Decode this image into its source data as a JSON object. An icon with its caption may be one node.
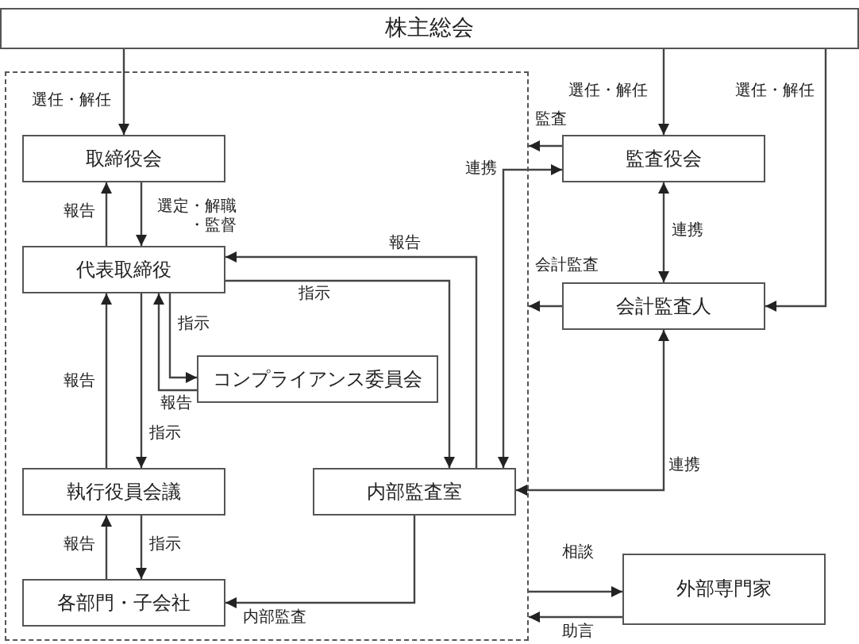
{
  "diagram": {
    "nodes": [
      {
        "text": [
          "株主総会"
        ]
      },
      {
        "text": [],
        "shape": "box"
      },
      {
        "text": [
          "取締役会"
        ],
        "in": 1
      },
      {
        "text": [
          "代表取締役"
        ],
        "in": 1
      },
      {
        "text": [
          "コンプライアンス委員会"
        ],
        "in": 1
      },
      {
        "text": [
          "執行役員会議"
        ],
        "in": 1
      },
      {
        "text": [
          "内部監査室"
        ],
        "in": 1
      },
      {
        "text": [
          "各部門・子会社"
        ],
        "in": 1
      },
      {
        "text": [
          "監査役会"
        ]
      },
      {
        "text": [
          "会計監査人"
        ]
      },
      {
        "text": [
          "外部専門家"
        ]
      }
    ],
    "edges": [
      {
        "from": 0,
        "to": 2,
        "arrow": "to",
        "label": "選任・解任"
      },
      {
        "from": 0,
        "to": 8,
        "arrow": "to",
        "label": "選任・解任"
      },
      {
        "from": 0,
        "to": 9,
        "arrow": "to",
        "label": "選任・解任"
      },
      {
        "from": 3,
        "to": 2,
        "arrow": "to",
        "label": "報告"
      },
      {
        "from": 2,
        "to": 3,
        "arrow": "to",
        "label": "選定・解職・監督"
      },
      {
        "from": 3,
        "to": 4,
        "arrow": "to",
        "label": "指示"
      },
      {
        "from": 4,
        "to": 3,
        "arrow": "to",
        "label": "報告"
      },
      {
        "from": 3,
        "to": 6,
        "arrow": "to",
        "label": "指示"
      },
      {
        "from": 6,
        "to": 3,
        "arrow": "to",
        "label": "報告"
      },
      {
        "from": 3,
        "to": 5,
        "arrow": "to",
        "label": "指示"
      },
      {
        "from": 5,
        "to": 3,
        "arrow": "to",
        "label": "報告"
      },
      {
        "from": 5,
        "to": 7,
        "arrow": "to",
        "label": "指示"
      },
      {
        "from": 7,
        "to": 5,
        "arrow": "to",
        "label": "報告"
      },
      {
        "from": 6,
        "to": 7,
        "arrow": "to",
        "label": "内部監査"
      },
      {
        "from": 8,
        "to": 1,
        "arrow": "to",
        "label": "監査"
      },
      {
        "from": 8,
        "to": 6,
        "arrow": "both",
        "label": "連携"
      },
      {
        "from": 8,
        "to": 9,
        "arrow": "both",
        "label": "連携"
      },
      {
        "from": 9,
        "to": 1,
        "arrow": "to",
        "label": "会計監査"
      },
      {
        "from": 9,
        "to": 6,
        "arrow": "both",
        "label": "連携"
      },
      {
        "from": 1,
        "to": 10,
        "arrow": "to",
        "label": "相談"
      },
      {
        "from": 10,
        "to": 1,
        "arrow": "to",
        "label": "助言"
      }
    ]
  }
}
